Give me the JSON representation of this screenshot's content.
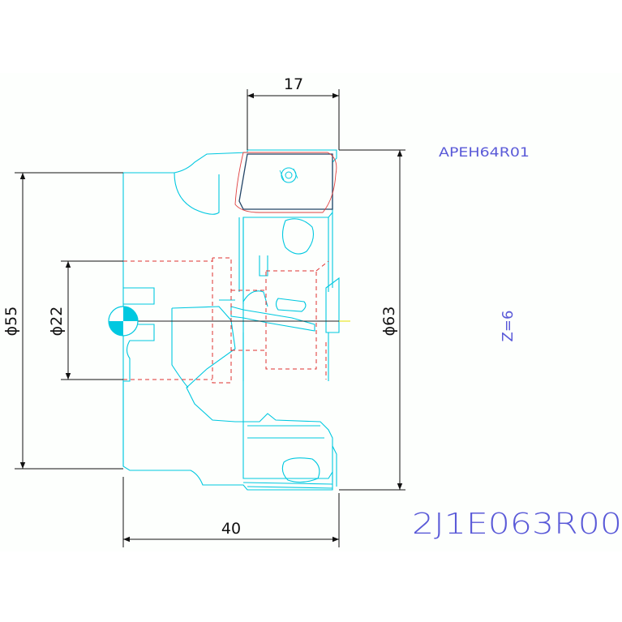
{
  "drawing": {
    "insert_code": "APEH64R01",
    "tool_code": "2J1E063R00",
    "teeth": "Z=6"
  },
  "dimensions": {
    "width_top": "17",
    "width_bottom": "40",
    "dia_outer": "ϕ63",
    "dia_body": "ϕ55",
    "dia_bore": "ϕ22"
  },
  "colors": {
    "outline": "#00c8e0",
    "hidden": "#e03030",
    "dimension": "#111111",
    "text": "#5a5ad8",
    "background": "#fdfffd"
  }
}
